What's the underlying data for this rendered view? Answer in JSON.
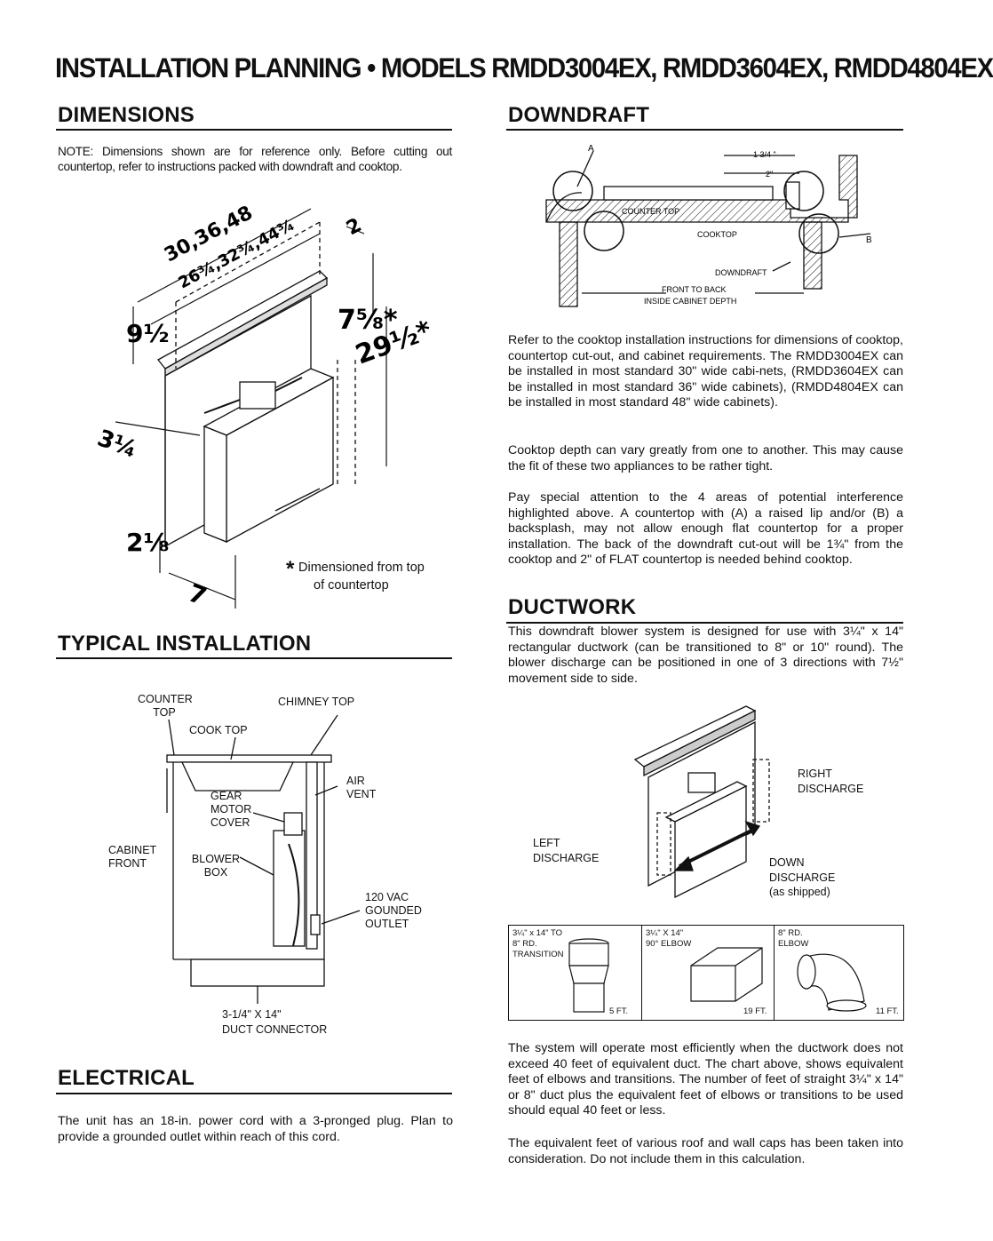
{
  "page": {
    "title": "INSTALLATION PLANNING • MODELS RMDD3004EX, RMDD3604EX, RMDD4804EX"
  },
  "dimensions": {
    "heading": "DIMENSIONS",
    "note": "NOTE: Dimensions shown are for reference only. Before cutting out countertop, refer to instructions packed with downdraft and cooktop.",
    "widths_top": "30, 36, 48",
    "widths_inner": "26, 32, 44",
    "dim_right_top": "2",
    "dim_7_5_8": "7 5/8*",
    "dim_9_1_2": "9 1/2",
    "dim_29_1_2": "29 1/2*",
    "dim_3_1_4": "3 1/4",
    "dim_2_1_8": "2 1/8",
    "dim_7": "7",
    "asterisk": "*",
    "footnote_line1": "Dimensioned from top",
    "footnote_line2": "of countertop"
  },
  "typical_installation": {
    "heading": "TYPICAL INSTALLATION",
    "labels": {
      "counter_top": "COUNTER TOP",
      "chimney_top": "CHIMNEY TOP",
      "cook_top": "COOK TOP",
      "air_vent": "AIR VENT",
      "gear_motor_cover": "GEAR MOTOR COVER",
      "cabinet_front": "CABINET FRONT",
      "blower_box": "BLOWER BOX",
      "outlet": "120 VAC GOUNDED OUTLET",
      "duct_connector_1": "3-1/4\" X 14\"",
      "duct_connector_2": "DUCT CONNECTOR"
    }
  },
  "electrical": {
    "heading": "ELECTRICAL",
    "text": "The unit has an 18-in. power cord with a 3-pronged plug. Plan to provide a grounded outlet within reach of this cord."
  },
  "downdraft": {
    "heading": "DOWNDRAFT",
    "diagram": {
      "a": "A",
      "b": "B",
      "one_three_quarter": "1 3/4 \"",
      "two": "2\"",
      "counter_top": "COUNTER TOP",
      "cooktop": "COOKTOP",
      "downdraft": "DOWNDRAFT",
      "front_to_back_1": "FRONT TO BACK",
      "front_to_back_2": "INSIDE CABINET DEPTH"
    },
    "para1": "Refer to the cooktop installation instructions for dimensions of cooktop, countertop cut-out, and cabinet requirements. The RMDD3004EX can be installed in most standard 30\" wide cabi-nets, (RMDD3604EX can be installed in most standard 36\" wide cabinets), (RMDD4804EX can be installed in most standard 48\" wide cabinets).",
    "para2": "Cooktop depth can vary greatly from one to another. This may cause the fit of these two appliances to be rather tight.",
    "para3": "Pay special attention to the 4 areas of potential interference highlighted above. A countertop with (A) a raised lip and/or (B) a backsplash, may not allow enough flat countertop for a proper installation. The back of the downdraft cut-out will be 1¾\" from the cooktop and 2\" of FLAT countertop is needed behind cooktop."
  },
  "ductwork": {
    "heading": "DUCTWORK",
    "para1": "This downdraft blower system is designed for use with 3¼\" x 14\" rectangular ductwork (can be transitioned to 8\" or 10\" round). The blower discharge can be positioned in one of 3 directions with 7½\" movement side to side.",
    "labels": {
      "right_1": "RIGHT",
      "right_2": "DISCHARGE",
      "left_1": "LEFT",
      "left_2": "DISCHARGE",
      "down_1": "DOWN",
      "down_2": "DISCHARGE",
      "down_3": "(as shipped)"
    },
    "chart": [
      {
        "label_1": "3¼\" x 14\" TO",
        "label_2": "8\" RD.",
        "label_3": "TRANSITION",
        "feet": "5 FT."
      },
      {
        "label_1": "3¼\" X 14\"",
        "label_2": "90° ELBOW",
        "label_3": "",
        "feet": "19 FT."
      },
      {
        "label_1": "8\" RD.",
        "label_2": "ELBOW",
        "label_3": "",
        "feet": "11 FT."
      }
    ],
    "para2": "The system will operate most efficiently when the ductwork does not exceed 40 feet of equivalent duct. The chart above, shows equivalent feet of elbows and transitions. The number of feet of straight 3¼\" x 14\" or 8\" duct plus the equivalent feet of elbows or transitions to be used should equal 40 feet or less.",
    "para3": "The equivalent feet of various roof and wall caps has been taken into consideration. Do not include them in this calculation."
  }
}
